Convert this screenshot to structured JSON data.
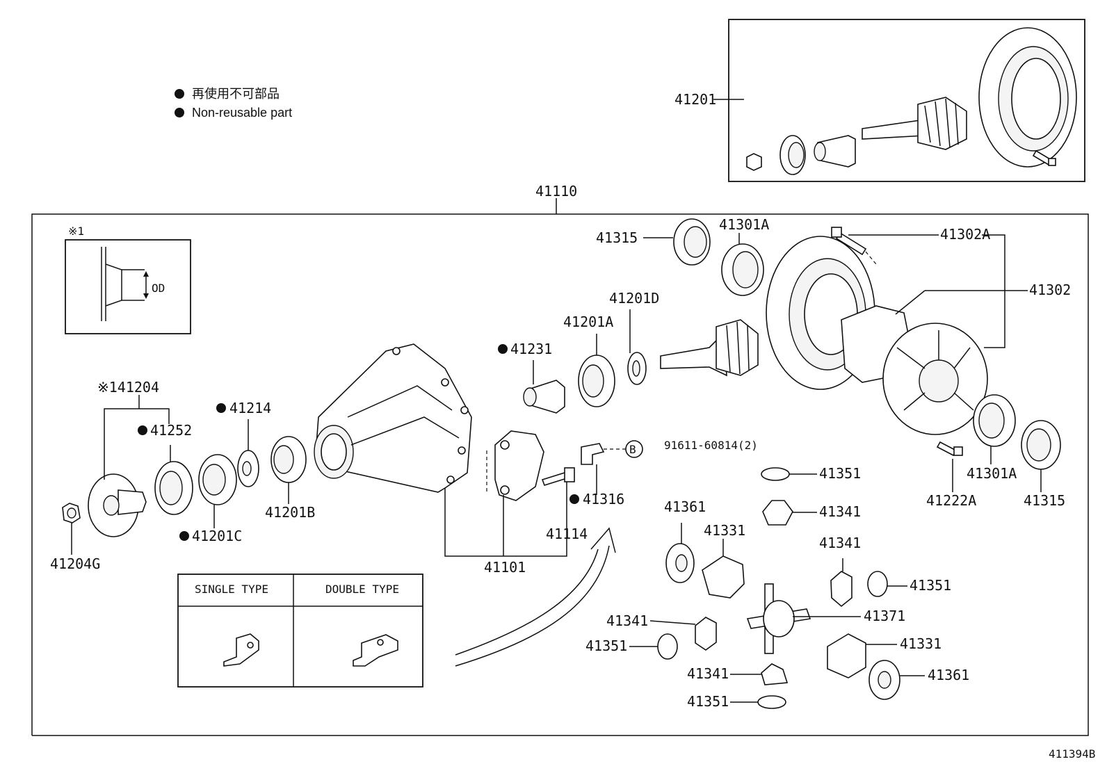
{
  "legend": {
    "jp": "再使用不可部品",
    "en": "Non-reusable part"
  },
  "inset": {
    "ref": "※1",
    "dimension_label": "OD"
  },
  "type_table": {
    "single": "SINGLE TYPE",
    "double": "DOUBLE TYPE"
  },
  "diagram_code": "411394B",
  "callouts": {
    "p41201": "41201",
    "p41110": "41110",
    "p41315_top": "41315",
    "p41301A_top": "41301A",
    "p41302A": "41302A",
    "p41302": "41302",
    "p41201D": "41201D",
    "p41201A": "41201A",
    "p41231": "41231",
    "p41204": "※141204",
    "p41214": "41214",
    "p41252": "41252",
    "p41201B": "41201B",
    "p41201C": "41201C",
    "p41204G": "41204G",
    "b_marker": "B",
    "p91611": "91611-60814(2)",
    "p41316": "41316",
    "p41114": "41114",
    "p41101": "41101",
    "p41222A": "41222A",
    "p41301A_bot": "41301A",
    "p41315_bot": "41315",
    "p41351_a": "41351",
    "p41341_a": "41341",
    "p41361_a": "41361",
    "p41331_a": "41331",
    "p41341_b": "41341",
    "p41351_b": "41351",
    "p41371": "41371",
    "p41341_c": "41341",
    "p41351_c": "41351",
    "p41331_b": "41331",
    "p41341_d": "41341",
    "p41361_b": "41361",
    "p41351_d": "41351"
  }
}
